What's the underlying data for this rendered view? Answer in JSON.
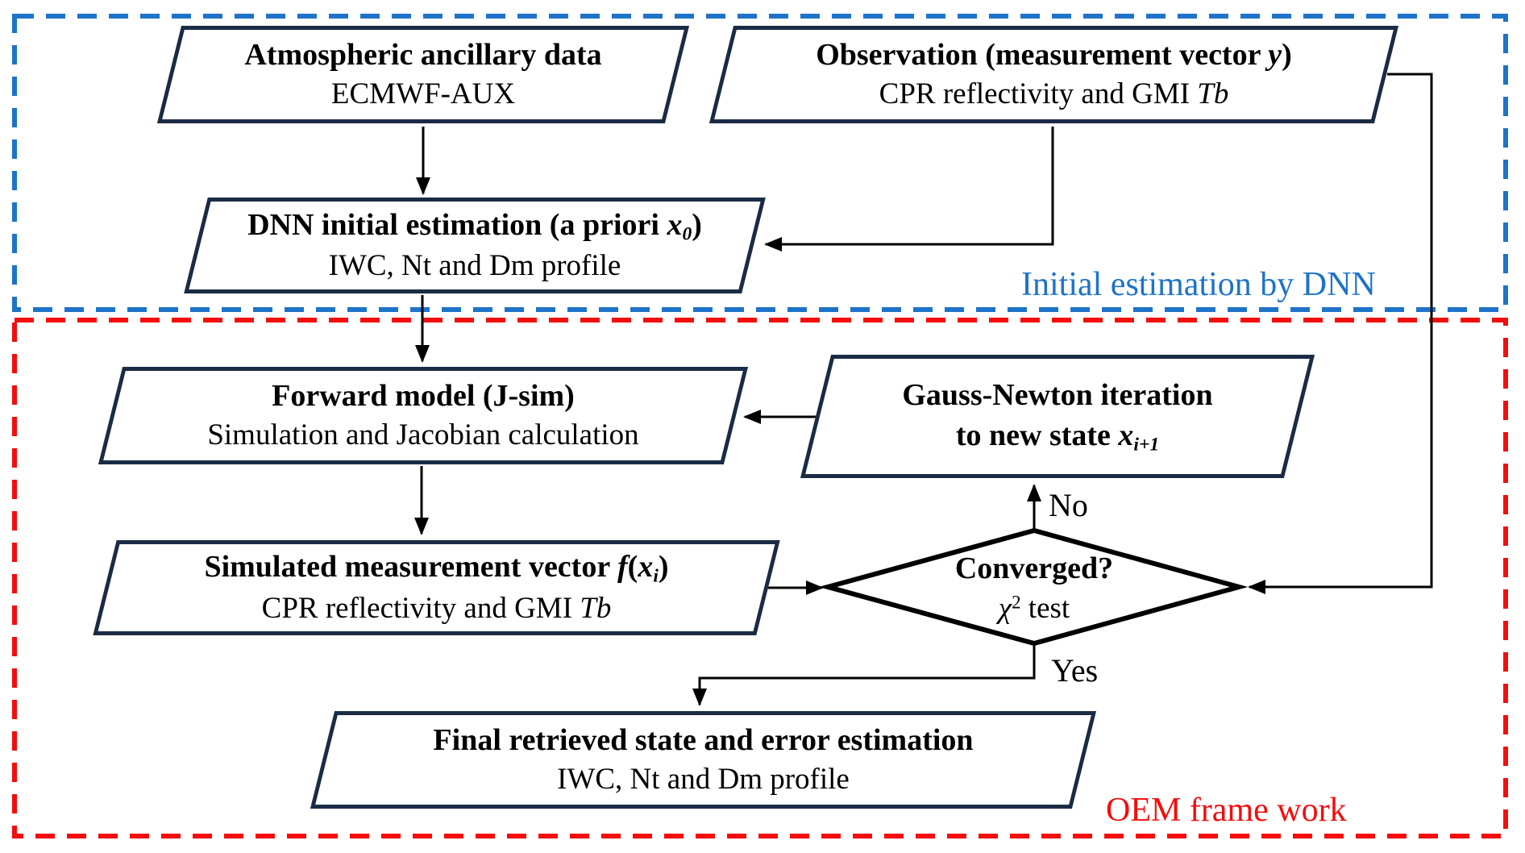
{
  "palette": {
    "box_border": "#1a2b45",
    "line_black": "#000000",
    "region_blue": "#1e73c8",
    "region_red": "#f30d0d",
    "box_fill": "#ffffff"
  },
  "regions": {
    "initial_estimation": {
      "label": "Initial estimation by DNN",
      "color": "#1e73c8"
    },
    "oem": {
      "label": "OEM frame work",
      "color": "#f30d0d"
    }
  },
  "nodes": {
    "atmospheric": {
      "l1": [
        {
          "t": "Atmospheric ancillary data",
          "s": "b"
        }
      ],
      "l2": [
        {
          "t": "ECMWF-AUX"
        }
      ]
    },
    "observation": {
      "l1": [
        {
          "t": "Observation (measurement vector ",
          "s": "b"
        },
        {
          "t": "y",
          "s": "bi"
        },
        {
          "t": ")",
          "s": "b"
        }
      ],
      "l2": [
        {
          "t": "CPR reflectivity and GMI "
        },
        {
          "t": "Tb",
          "s": "i"
        }
      ]
    },
    "dnn_initial": {
      "l1": [
        {
          "t": "DNN initial estimation (a priori ",
          "s": "b"
        },
        {
          "t": "x",
          "s": "bi"
        },
        {
          "t": "0",
          "s": "bsub"
        },
        {
          "t": ")",
          "s": "b"
        }
      ],
      "l2": [
        {
          "t": "IWC, Nt and Dm profile"
        }
      ]
    },
    "forward_model": {
      "l1": [
        {
          "t": "Forward model (J-sim)",
          "s": "b"
        }
      ],
      "l2": [
        {
          "t": "Simulation and Jacobian calculation"
        }
      ]
    },
    "gauss_newton": {
      "l1": [
        {
          "t": "Gauss-Newton iteration",
          "s": "b"
        }
      ],
      "l2": [
        {
          "t": "to new state ",
          "s": "b"
        },
        {
          "t": "x",
          "s": "bi"
        },
        {
          "t": "i+1",
          "s": "bsub"
        }
      ]
    },
    "simulated": {
      "l1": [
        {
          "t": "Simulated measurement vector ",
          "s": "b"
        },
        {
          "t": "f",
          "s": "bi"
        },
        {
          "t": "(",
          "s": "b"
        },
        {
          "t": "x",
          "s": "bi"
        },
        {
          "t": "i",
          "s": "bsub"
        },
        {
          "t": ")",
          "s": "b"
        }
      ],
      "l2": [
        {
          "t": "CPR reflectivity and GMI "
        },
        {
          "t": "Tb",
          "s": "i"
        }
      ]
    },
    "converged": {
      "l1": [
        {
          "t": "Converged?",
          "s": "b"
        }
      ],
      "l2": [
        {
          "t": "χ",
          "s": "i"
        },
        {
          "t": "2",
          "s": "sup"
        },
        {
          "t": " test"
        }
      ]
    },
    "final": {
      "l1": [
        {
          "t": "Final retrieved state and error estimation",
          "s": "b"
        }
      ],
      "l2": [
        {
          "t": "IWC, Nt and Dm profile"
        }
      ]
    }
  },
  "edge_labels": {
    "no": "No",
    "yes": "Yes"
  }
}
